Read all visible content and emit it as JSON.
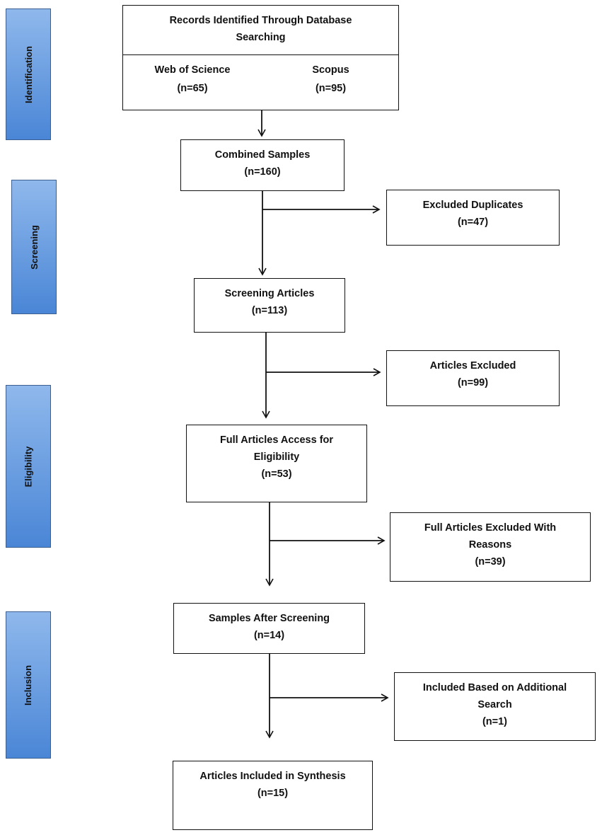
{
  "colors": {
    "phase_fill_top": "#8fb8ec",
    "phase_fill_bottom": "#4a86d6",
    "phase_border": "#3d5f8f",
    "line": "#111111"
  },
  "phases": {
    "identification": "Identification",
    "screening": "Screening",
    "eligibility": "Eligibility",
    "inclusion": "Inclusion"
  },
  "records": {
    "title": "Records Identified Through Database Searching",
    "web_of_science": {
      "label": "Web of Science",
      "count": "(n=65)"
    },
    "scopus": {
      "label": "Scopus",
      "count": "(n=95)"
    }
  },
  "combined": {
    "label": "Combined Samples",
    "count": "(n=160)"
  },
  "duplicates": {
    "label": "Excluded Duplicates",
    "count": "(n=47)"
  },
  "screening_articles": {
    "label": "Screening Articles",
    "count": "(n=113)"
  },
  "articles_excluded": {
    "label": "Articles Excluded",
    "count": "(n=99)"
  },
  "full_articles": {
    "label": "Full Articles Access for Eligibility",
    "count": "(n=53)"
  },
  "full_excluded": {
    "label": "Full Articles Excluded With Reasons",
    "count": "(n=39)"
  },
  "after_screening": {
    "label": "Samples After Screening",
    "count": "(n=14)"
  },
  "additional": {
    "label": "Included Based on Additional Search",
    "count": "(n=1)"
  },
  "synthesis": {
    "label": "Articles Included in Synthesis",
    "count": "(n=15)"
  }
}
